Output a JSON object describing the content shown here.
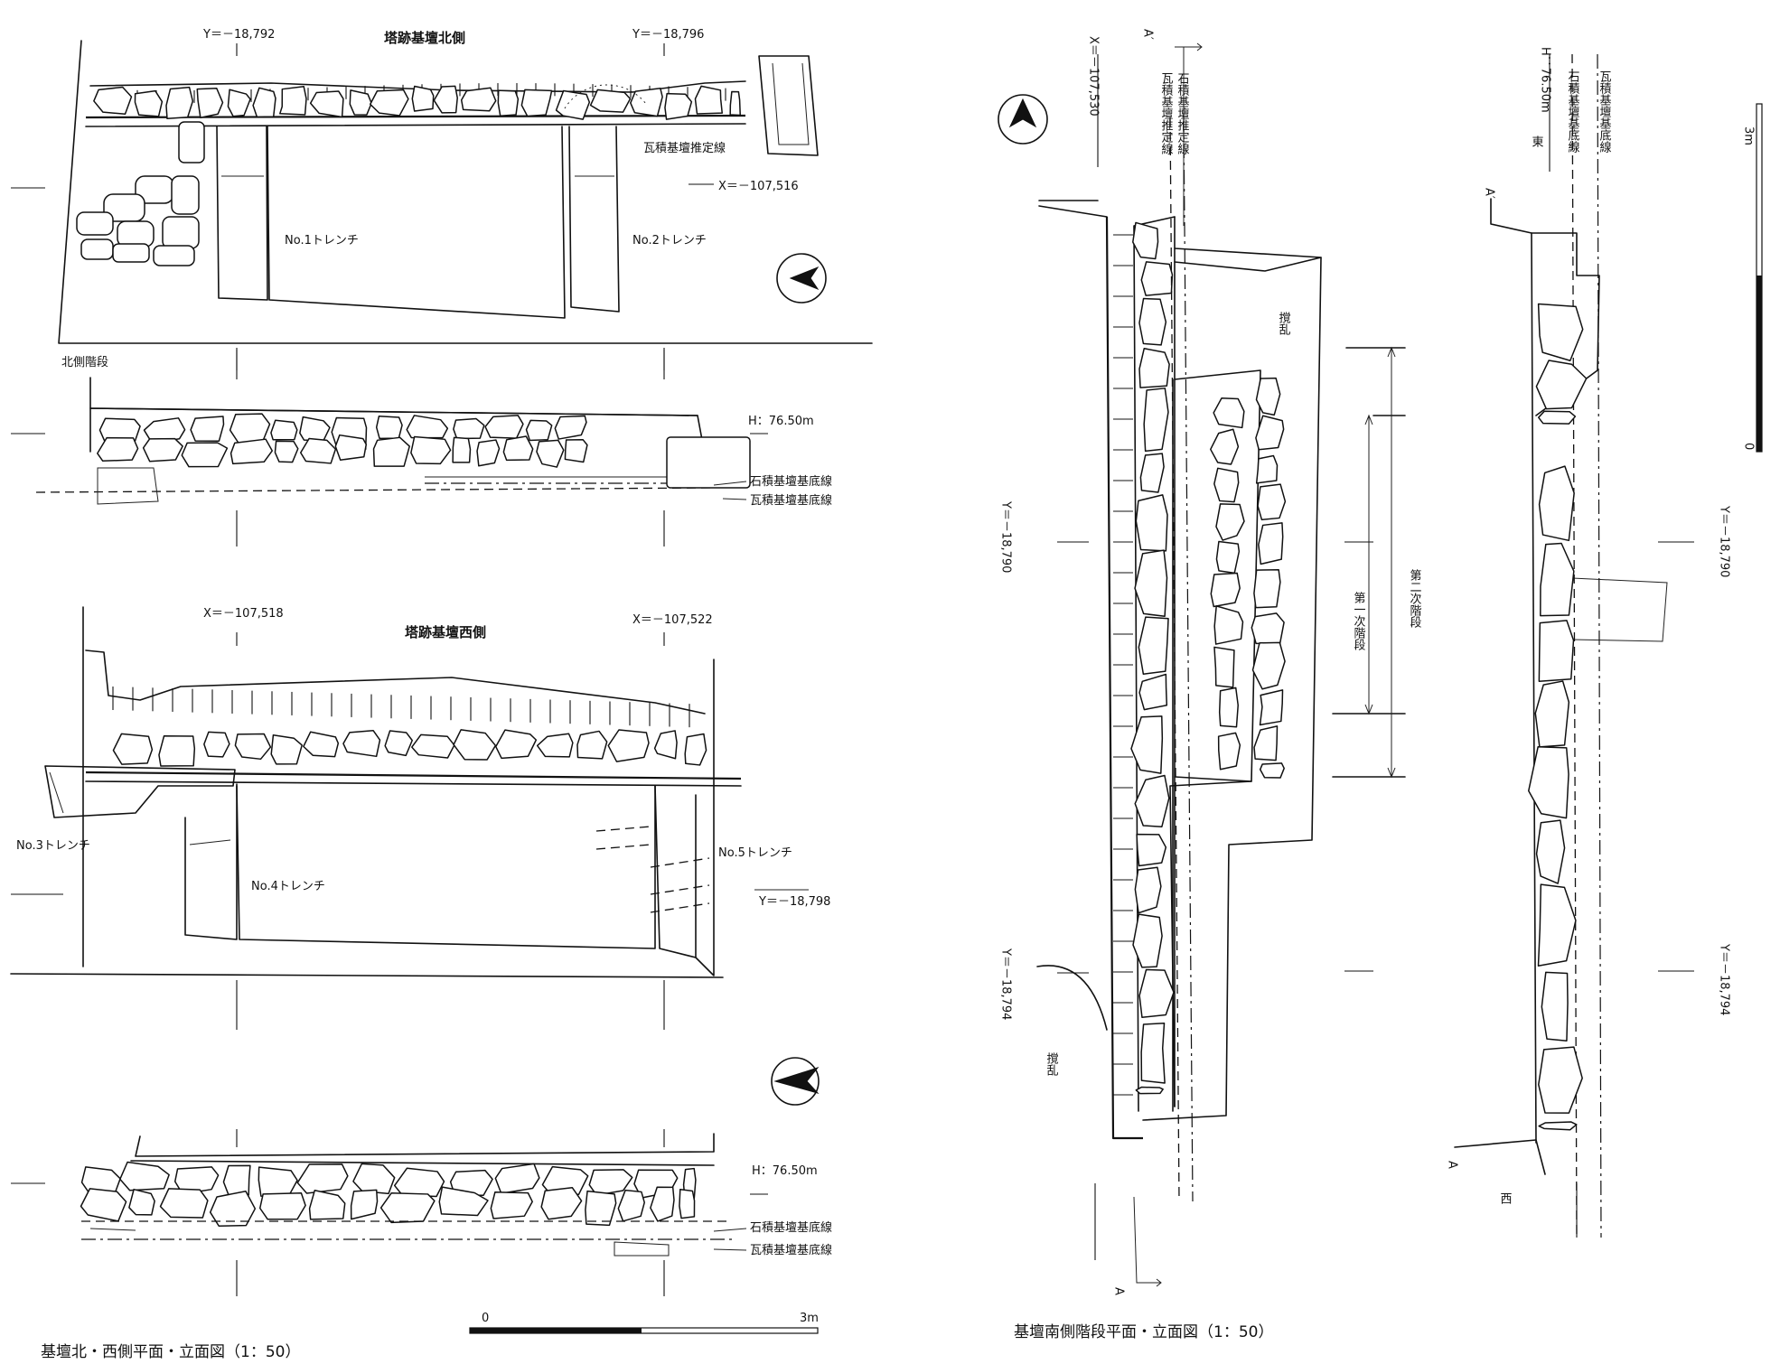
{
  "left_panel": {
    "north_plan": {
      "title": "塔跡基壇北側",
      "coord_y1": "Y＝－18,792",
      "coord_y2": "Y＝－18,796",
      "coord_x": "X＝－107,516",
      "tile_line": "瓦積基壇推定線",
      "trench1": "No.1トレンチ",
      "trench2": "No.2トレンチ"
    },
    "north_elev": {
      "stairs": "北側階段",
      "height": "H：76.50m",
      "stone_base": "石積基壇基底線",
      "tile_base": "瓦積基壇基底線"
    },
    "west_plan": {
      "title": "塔跡基壇西側",
      "coord_x1": "X＝－107,518",
      "coord_x2": "X＝－107,522",
      "coord_y": "Y＝－18,798",
      "trench3": "No.3トレンチ",
      "trench4": "No.4トレンチ",
      "trench5": "No.5トレンチ"
    },
    "west_elev": {
      "height": "H：76.50m",
      "stone_base": "石積基壇基底線",
      "tile_base": "瓦積基壇基底線"
    },
    "scale": {
      "zero": "0",
      "max": "3m"
    },
    "caption": "基壇北・西側平面・立面図（1：50）"
  },
  "right_panel": {
    "plan": {
      "coord_x": "X＝－107,530",
      "coord_y1": "Y＝－18,790",
      "coord_y2": "Y＝－18,794",
      "section_top": "A′",
      "section_bottom": "A",
      "tile_line": "瓦積基壇推定線",
      "stone_line": "石積基壇推定線",
      "disturb1": "撹乱",
      "disturb2": "撹乱",
      "step1": "第一次階段",
      "step2": "第二次階段"
    },
    "elev": {
      "section_top": "A′",
      "section_bottom": "A",
      "east": "東",
      "west": "西",
      "height": "H：76.50m",
      "stone_base": "石積基壇基底線",
      "tile_base": "瓦積基壇基底線",
      "coord_y1": "Y＝－18,790",
      "coord_y2": "Y＝－18,794"
    },
    "scale": {
      "zero": "0",
      "max": "3m"
    },
    "caption": "基壇南側階段平面・立面図（1：50）"
  },
  "icons": [
    "north-arrow-icon"
  ]
}
